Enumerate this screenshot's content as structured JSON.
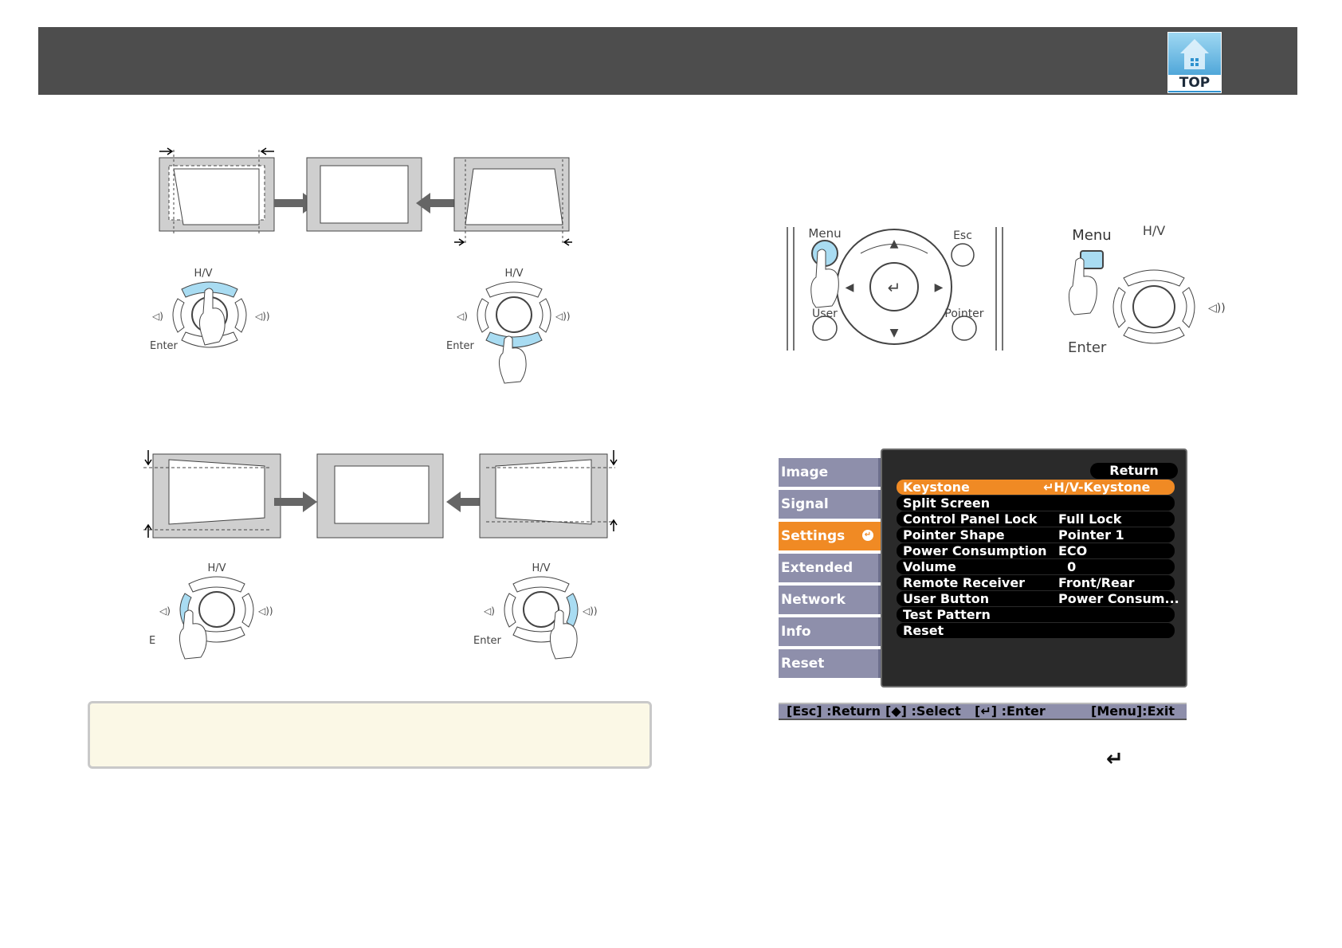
{
  "header": {
    "top_label": "TOP"
  },
  "remote_panel": {
    "menu_label": "Menu",
    "esc_label": "Esc",
    "user_label": "User",
    "pointer_label": "Pointer"
  },
  "control_panel": {
    "menu_label": "Menu",
    "hv_label": "H/V",
    "enter_label": "Enter"
  },
  "diagrams": {
    "hv_label": "H/V",
    "enter_label": "Enter",
    "enter_partial": "E"
  },
  "menu": {
    "sidebar": [
      {
        "label": "Image"
      },
      {
        "label": "Signal"
      },
      {
        "label": "Settings",
        "active": true
      },
      {
        "label": "Extended"
      },
      {
        "label": "Network"
      },
      {
        "label": "Info"
      },
      {
        "label": "Reset"
      }
    ],
    "return_label": "Return",
    "items": [
      {
        "label": "Keystone",
        "value": "↵H/V-Keystone",
        "selected": true
      },
      {
        "label": "Split Screen",
        "value": ""
      },
      {
        "label": "Control Panel Lock",
        "value": "Full Lock"
      },
      {
        "label": "Pointer Shape",
        "value": "Pointer 1"
      },
      {
        "label": "Power Consumption",
        "value": "ECO"
      },
      {
        "label": "Volume",
        "value": "  0"
      },
      {
        "label": "Remote Receiver",
        "value": "Front/Rear"
      },
      {
        "label": "User Button",
        "value": "Power Consum..."
      },
      {
        "label": "Test Pattern",
        "value": ""
      },
      {
        "label": "Reset",
        "value": ""
      }
    ],
    "status": {
      "esc": "[Esc] :Return",
      "select": "[◆] :Select",
      "enter": "[↵] :Enter",
      "exit": "[Menu]:Exit"
    }
  },
  "enter_symbol": "↵",
  "colors": {
    "header_bg": "#4d4d4d",
    "accent": "#f08a24",
    "highlight_blue": "#a9dcf2",
    "menu_sidebar": "#8e8fab",
    "note_bg": "#fbf8e6"
  }
}
